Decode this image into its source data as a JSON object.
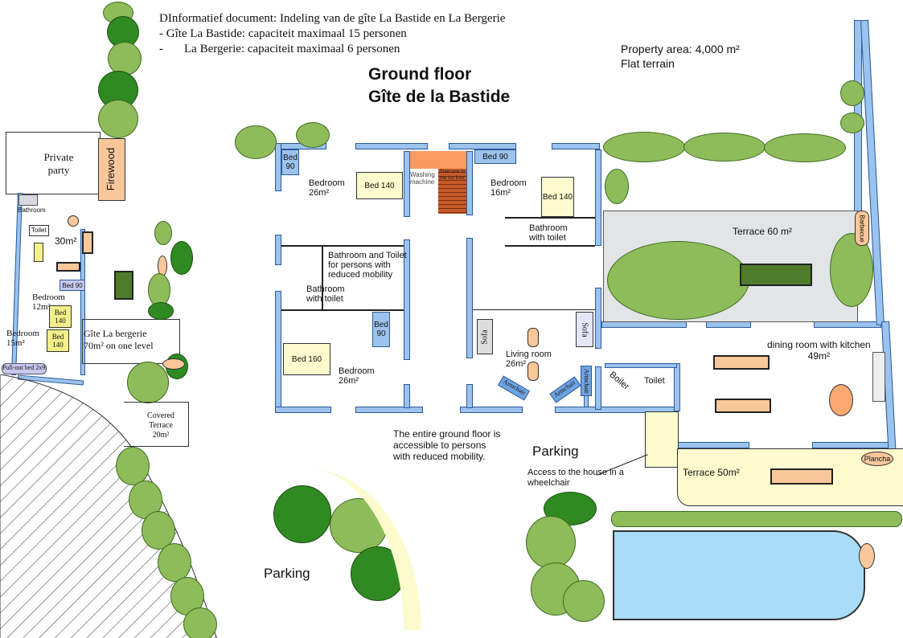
{
  "header": {
    "line1": "DInformatief document:  Indeling van de gîte La Bastide en La Bergerie",
    "line2": "- Gîte La Bastide: capaciteit maximaal 15 personen",
    "line3_dash": "-",
    "line3": "La Bergerie: capaciteit maximaal 6 personen",
    "title1": "Ground floor",
    "title2": "Gîte de la Bastide",
    "property_area": "Property area: 4,000 m²",
    "terrain": "Flat terrain"
  },
  "bergerie": {
    "private_party": "Private party",
    "firewood": "Firewood",
    "bathroom": "Bathroom",
    "toilet": "Toilet",
    "living_area": "30m²",
    "bed90": "Bed 90",
    "bedroom1": "Bedroom",
    "bedroom1_area": "12m²",
    "bed140a": "Bed 140",
    "bed140b": "Bed 140",
    "bedroom2": "Bedroom",
    "bedroom2_area": "15m²",
    "pullout": "Pull-out bed 2x90",
    "gite_name": "Gîte La bergerie",
    "gite_area": "70m² on one level",
    "covered_terrace": "Covered Terrace",
    "covered_terrace_area": "20m²"
  },
  "bastide": {
    "bedroom_nw": "Bedroom",
    "bedroom_nw_area": "26m²",
    "bed90_nw": "Bed 90",
    "bed140_nw": "Bed 140",
    "washing": "Washing machine",
    "stairs": "Staircase to the 1st floor",
    "bedroom_ne": "Bedroom",
    "bedroom_ne_area": "16m²",
    "bed90_ne": "Bed 90",
    "bed140_ne": "Bed 140",
    "bath_ne": "Bathroom with toilet",
    "bath_rm": "Bathroom and Toilet for persons with reduced mobility",
    "bath_w": "Bathroom with toilet",
    "bed90_sw": "Bed 90",
    "bed160": "Bed 160",
    "bedroom_sw": "Bedroom",
    "bedroom_sw_area": "26m²",
    "living": "Living room",
    "living_area": "26m²",
    "sofa1": "Sofa",
    "sofa2": "Sofa",
    "armchair1": "Armchair",
    "armchair2": "Armchair",
    "armchair3": "Armchair",
    "boiler": "Boiler",
    "toilet": "Toilet",
    "dining": "dining room with kitchen",
    "dining_area": "49m²",
    "terrace60": "Terrace 60 m²",
    "barbecue": "Barbecue",
    "terrace50": "Terrace 50m²",
    "plancha": "Plancha",
    "accessible": "The entire ground floor is accessible to persons with reduced mobility.",
    "parking1": "Parking",
    "access_wheelchair": "Access to the house in a wheelchair",
    "parking2": "Parking"
  },
  "colors": {
    "wall": "#9cc3ee",
    "tree": "#8fbc5a",
    "bed": "#fdfbcd",
    "table": "#f9c79a",
    "pool": "#a8dcf7"
  }
}
